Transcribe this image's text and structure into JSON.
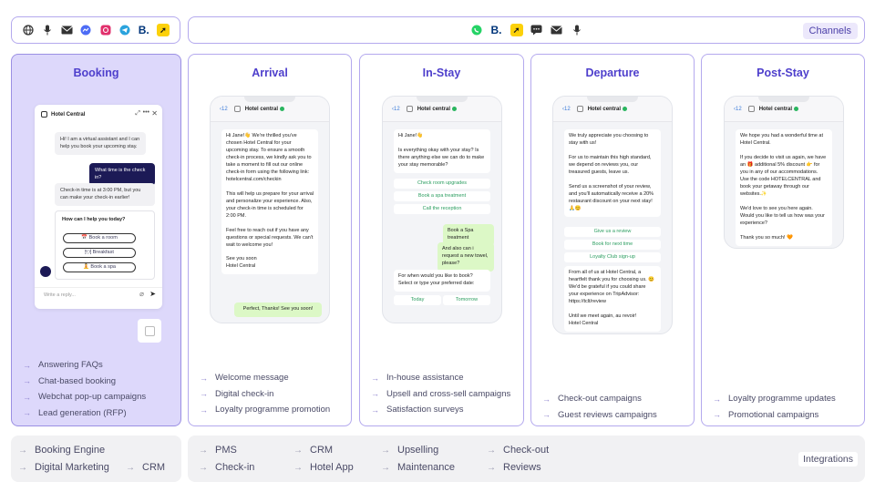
{
  "iconbar": {
    "icons": [
      "globe-icon",
      "microphone-icon",
      "email-icon",
      "messenger-icon",
      "instagram-icon",
      "telegram-icon",
      "booking-icon",
      "expedia-icon"
    ]
  },
  "channels": {
    "label": "Channels",
    "icons": [
      "whatsapp-icon",
      "booking-icon",
      "expedia-icon",
      "sms-icon",
      "email-icon",
      "microphone-icon"
    ]
  },
  "booking": {
    "title": "Booking",
    "features": [
      "Answering FAQs",
      "Chat-based booking",
      "Webchat pop-up campaigns",
      "Lead generation (RFP)"
    ],
    "widget": {
      "hotel": "Hotel Central",
      "msg1": "Hi! I am a virtual assistant and I can help you book your upcoming stay.",
      "msg2": "What time is the check in?",
      "msg3": "Check-in time is at 3:00 PM, but you can make your check-in earlier!",
      "card_title": "How can I help you today?",
      "opt1": "📅 Book a room",
      "opt2": "🍽 Breakfast",
      "opt3": "🧘 Book a spa",
      "placeholder": "Write a reply..."
    }
  },
  "arrival": {
    "title": "Arrival",
    "features": [
      "Welcome message",
      "Digital check-in",
      "Loyalty programme promotion"
    ],
    "chat": {
      "back": "12",
      "name": "Hotel central",
      "status": "online",
      "msg": "Hi Jane!👋 We're thrilled you've chosen Hotel Central for your upcoming stay. To ensure a smooth check-in process, we kindly ask you to take a moment to fill out our online check-in form using the following link:\nhotelcentral.com/checkin\n\nThis will help us prepare for your arrival and personalize your experience. Also, your check-in time is scheduled for 2:00 PM.\n\nFeel free to reach out if you have any questions or special requests. We can't wait to welcome you!\n\nSee you soon\nHotel Central",
      "reply": "Perfect, Thanks! See you soon!"
    }
  },
  "instay": {
    "title": "In-Stay",
    "features": [
      "In-house assistance",
      "Upsell and cross-sell campaigns",
      "Satisfaction surveys"
    ],
    "chat": {
      "back": "12",
      "name": "Hotel central",
      "status": "online",
      "msg1": "Hi Jane!👋\n\nIs everything okay with your stay? Is there anything else we can do to make your stay memorable?",
      "btn1": "Check room upgrades",
      "btn2": "Book a spa treatment",
      "btn3": "Call the reception",
      "reply1": "Book a Spa treatment",
      "reply2": "And also can i request a new towel, please?",
      "msg2": "For when would you like to book? Select or type your preferred date:",
      "btn4": "Today",
      "btn5": "Tomorrow"
    }
  },
  "departure": {
    "title": "Departure",
    "features": [
      "Check-out campaigns",
      "Guest reviews campaigns"
    ],
    "chat": {
      "back": "12",
      "name": "Hotel central",
      "status": "online",
      "msg1": "We truly appreciate you choosing to stay with us!\n\nFor us to maintain this high standard, we depend on reviews you, our treasured guests, leave us.\n\nSend us a screenshot of your review, and you'll automatically receive a 20% restaurant discount on your next stay! 🙏😊",
      "btn1": "Give us a review",
      "btn2": "Book for next time",
      "btn3": "Loyalty Club sign-up",
      "msg2": "From all of us at Hotel Central, a heartfelt thank you for choosing us. 😊\nWe'd be grateful if you could share your experience on TripAdvisor:\nhttps://tclt/review\n\nUntil we meet again, au revoir!\nHotel Central"
    }
  },
  "poststay": {
    "title": "Post-Stay",
    "features": [
      "Loyalty programme updates",
      "Promotional campaigns"
    ],
    "chat": {
      "back": "12",
      "name": "Hotel central",
      "status": "online",
      "msg": "We hope you had a wonderful time at Hotel Central.\n\nIf you decide to visit us again, we have an 🎁 additional 5% discount 👉 for you in any of our accommodations. Use the code HOTELCENTRAL and book your getaway through our websites.✨\n\nWe'd love to see you here again. Would you like to tell us how was your experience?\n\nThank you so much! 🧡"
    }
  },
  "integrations_left": [
    "Booking Engine",
    "Digital Marketing",
    "CRM"
  ],
  "integrations_right": [
    "PMS",
    "Check-in",
    "CRM",
    "Hotel App",
    "Upselling",
    "Maintenance",
    "Check-out",
    "Reviews"
  ],
  "integrations_label": "Integrations",
  "colors": {
    "accent": "#4e3fcc",
    "border": "#b4a9ee",
    "active_bg": "#ddd8fb",
    "whatsapp_btn": "#2a9d5f"
  }
}
